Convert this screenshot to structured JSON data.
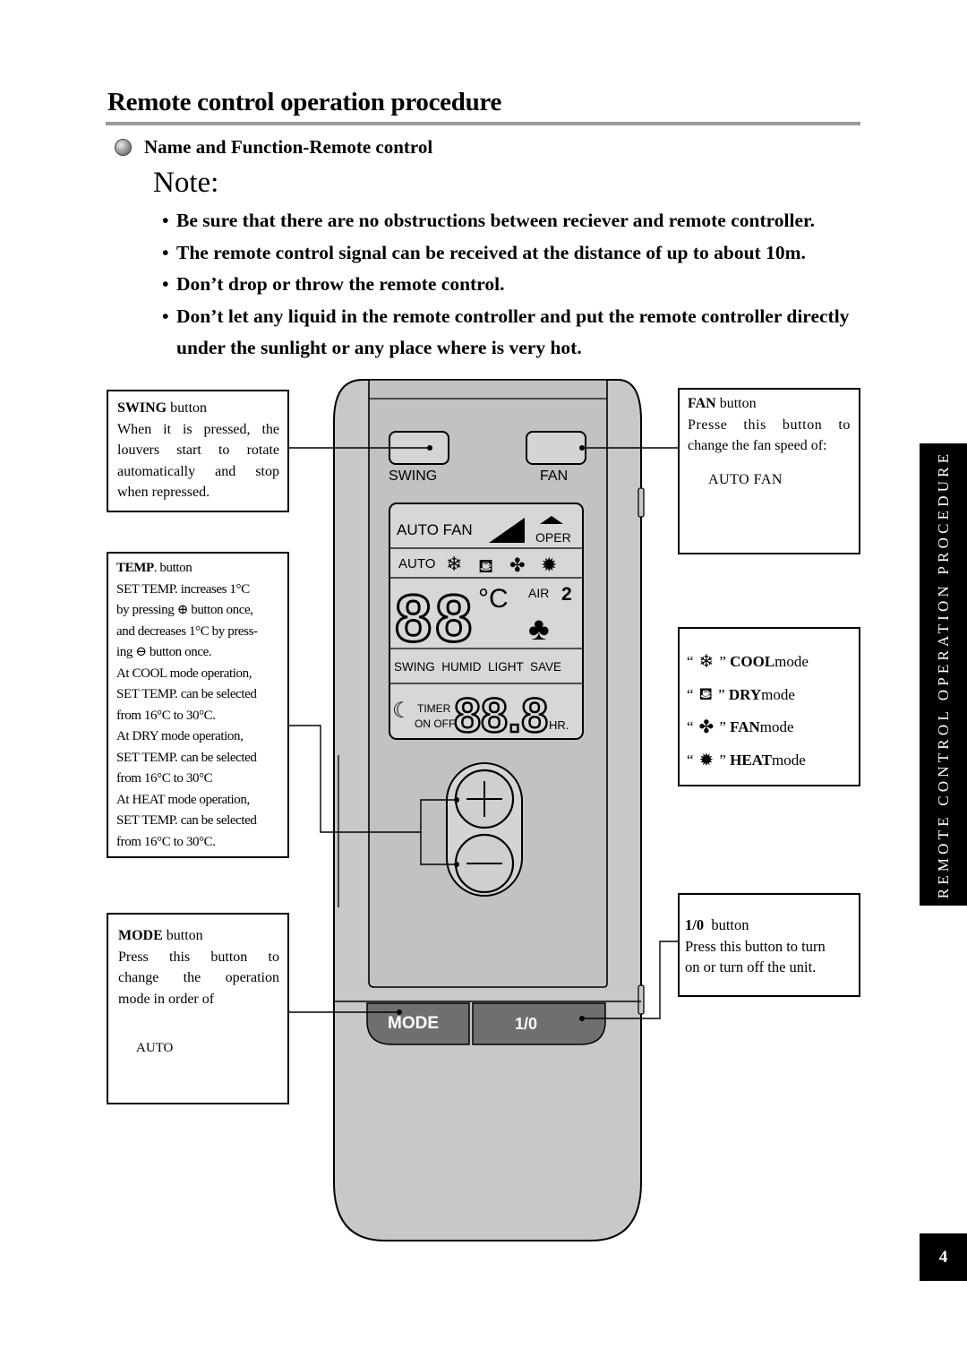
{
  "title": "Remote control operation procedure",
  "section": "Name and Function-Remote control",
  "note_title": "Note:",
  "notes": [
    "Be sure that there are no obstructions between reciever and remote controller.",
    "The remote control signal can be received at the distance of up to about 10m.",
    "Don’t drop or throw the remote control.",
    "Don’t let any liquid in the remote controller and put the remote controller directly under the sunlight or any place where is very hot."
  ],
  "swing_box": {
    "name": "SWING",
    "suffix": " button",
    "text": [
      "When it is pressed, the",
      "louvers start to rotate",
      "automatically and stop",
      "when repressed."
    ]
  },
  "temp_box": {
    "name": "TEMP",
    "suffix": ". button",
    "lines": [
      "SET TEMP. increases 1°C",
      "by pressing ⊕ button once,",
      "and decreases 1°C by press-",
      "ing ⊖ button once.",
      "At COOL mode operation,",
      "SET TEMP. can be selected",
      "from 16°C to 30°C.",
      "At DRY mode operation,",
      "SET TEMP. can be selected",
      "from 16°C to 30°C",
      "At HEAT mode operation,",
      "SET TEMP. can be selected",
      "from 16°C to 30°C."
    ]
  },
  "mode_box": {
    "name": "MODE",
    "suffix": " button",
    "text": [
      "Press this button to",
      "change the operation",
      "mode in order of"
    ],
    "cycle_start": "AUTO"
  },
  "fan_box": {
    "name": "FAN",
    "suffix": " button",
    "text": [
      "Presse this button to",
      "change the fan speed of:"
    ],
    "cycle_start": "AUTO FAN"
  },
  "modes_box": {
    "items": [
      {
        "name": "COOL",
        "suffix": " mode",
        "icon": "snowflake-icon"
      },
      {
        "name": "DRY",
        "suffix": " mode",
        "icon": "dry-icon"
      },
      {
        "name": "FAN",
        "suffix": " mode",
        "icon": "fan-icon"
      },
      {
        "name": "HEAT",
        "suffix": " mode",
        "icon": "sun-icon"
      }
    ]
  },
  "power_box": {
    "name": "1/0",
    "suffix": "  button",
    "text": [
      "Press this button to turn",
      "on or turn off the unit."
    ]
  },
  "remote": {
    "swing_label": "SWING",
    "fan_label": "FAN",
    "lcd_auto_fan": "AUTO FAN",
    "lcd_oper": "OPER",
    "lcd_auto": "AUTO",
    "lcd_digits": "88",
    "lcd_celsius": "°C",
    "lcd_air": "AIR",
    "lcd_air_digit": "2",
    "lcd_functions": "SWING  HUMID  LIGHT  SAVE",
    "lcd_timer": "TIMER",
    "lcd_onoff": "ON OFF",
    "lcd_timer_digits": "88.8",
    "lcd_hr": "HR.",
    "mode_label": "MODE",
    "power_label": "1/0"
  },
  "side_tab": "REMOTE CONTROL OPERATION PROCEDURE",
  "page_number": "4",
  "colors": {
    "remote_body": "#c8c8c8",
    "lcd_bg": "#d7d7d7",
    "bottom_buttons": "#6f6f6f",
    "rule": "#9a9a9a"
  }
}
